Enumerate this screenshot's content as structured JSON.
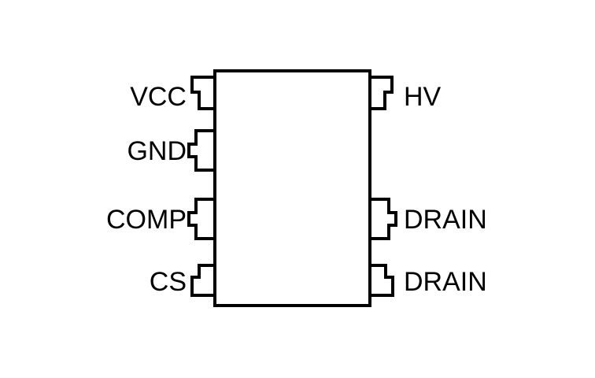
{
  "diagram": {
    "type": "ic-package-pinout",
    "background_color": "#ffffff",
    "outline_color": "#000000",
    "body_fill_color": "#ffffff",
    "label_color": "#000000",
    "pins": {
      "left": [
        {
          "label": "VCC"
        },
        {
          "label": "GND"
        },
        {
          "label": "COMP"
        },
        {
          "label": "CS"
        }
      ],
      "right": [
        {
          "label": "HV"
        },
        {
          "label": "DRAIN"
        },
        {
          "label": "DRAIN"
        }
      ]
    }
  }
}
